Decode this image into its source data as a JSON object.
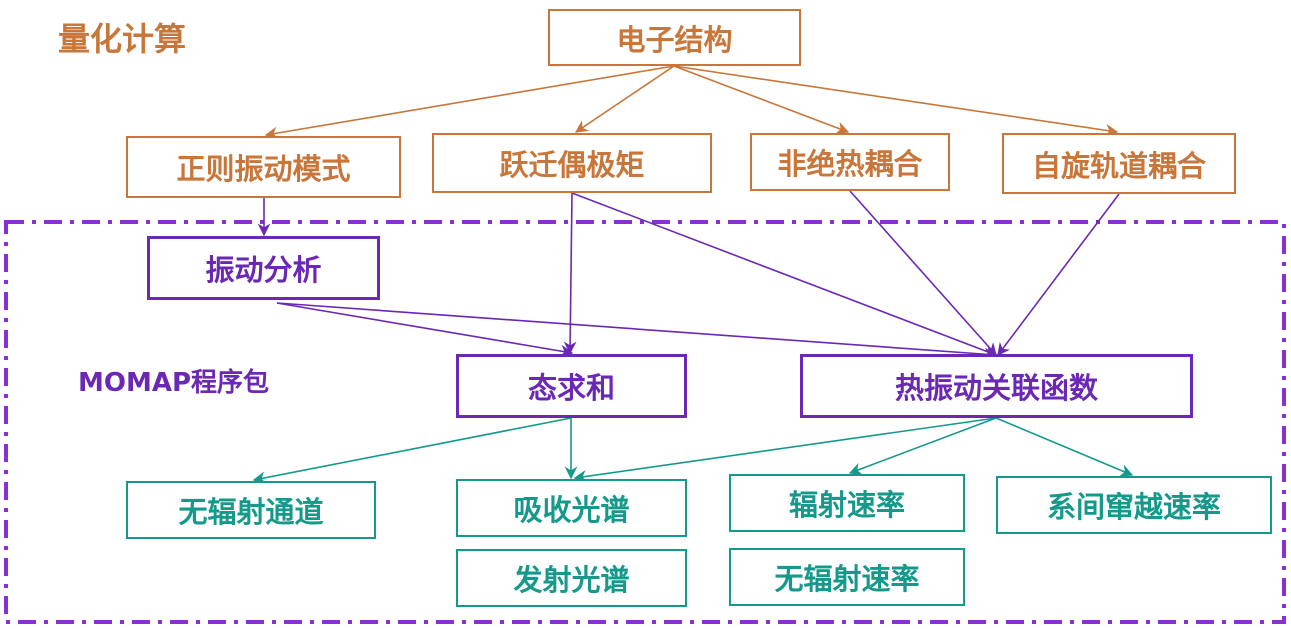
{
  "colors": {
    "quantum": "#c8763a",
    "momap": "#6a28b4",
    "output": "#14998a"
  },
  "labels": {
    "quantum_section": "量化计算",
    "momap_section": "MOMAP程序包"
  },
  "nodes": {
    "electronic_structure": "电子结构",
    "normal_modes": "正则振动模式",
    "transition_dipole": "跃迁偶极矩",
    "nonadiabatic_coupling": "非绝热耦合",
    "spin_orbit_coupling": "自旋轨道耦合",
    "vibration_analysis": "振动分析",
    "sum_over_states": "态求和",
    "thermal_vibration_correlation": "热振动关联函数",
    "nonradiative_channel": "无辐射通道",
    "absorption_spectrum": "吸收光谱",
    "emission_spectrum": "发射光谱",
    "radiative_rate": "辐射速率",
    "nonradiative_rate": "无辐射速率",
    "isc_rate": "系间窜越速率"
  }
}
